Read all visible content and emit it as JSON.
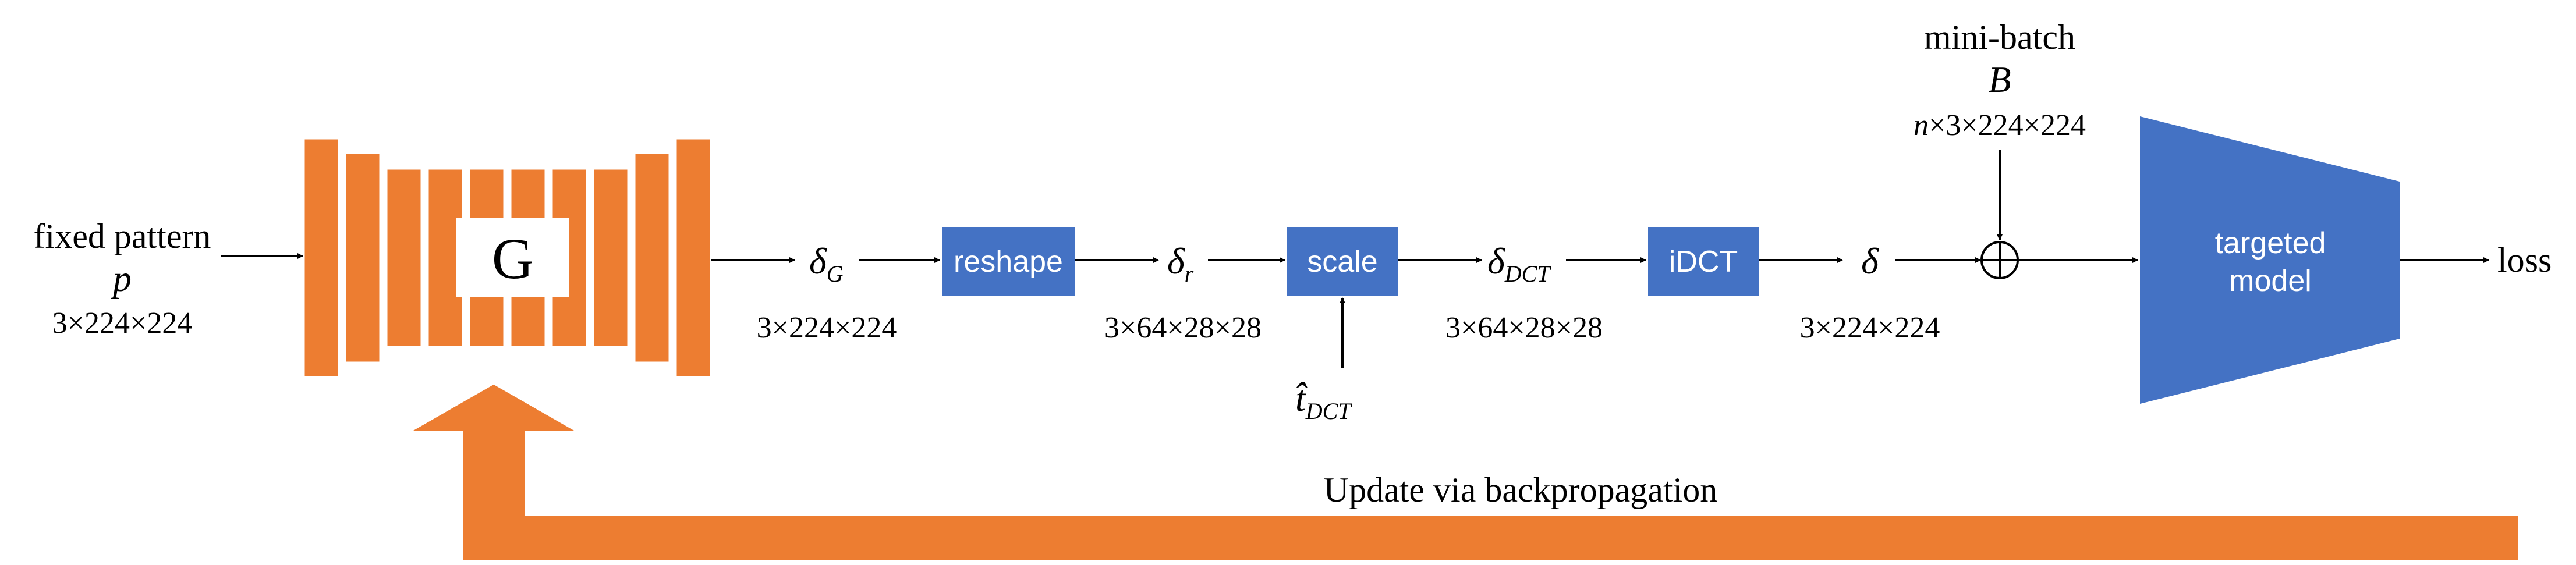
{
  "colors": {
    "generator": "#ED7D31",
    "blocks": "#4472C4",
    "feedback_arrow": "#ED7D31",
    "text": "#000000"
  },
  "input": {
    "label": "fixed pattern",
    "symbol": "p",
    "dims": "3×224×224"
  },
  "generator": {
    "label": "G"
  },
  "delta_g": {
    "symbol": "δ",
    "subscript": "G",
    "dims": "3×224×224"
  },
  "reshape": {
    "label": "reshape"
  },
  "delta_r": {
    "symbol": "δ",
    "subscript": "r",
    "dims": "3×64×28×28"
  },
  "scale": {
    "label": "scale",
    "input_symbol": "t̂",
    "input_subscript": "DCT"
  },
  "delta_dct": {
    "symbol": "δ",
    "subscript": "DCT",
    "dims": "3×64×28×28"
  },
  "idct": {
    "label": "iDCT"
  },
  "delta": {
    "symbol": "δ",
    "dims": "3×224×224"
  },
  "minibatch": {
    "label": "mini-batch",
    "symbol": "B",
    "dims_prefix": "n",
    "dims_rest": "×3×224×224"
  },
  "adder": {
    "glyph": "⊕"
  },
  "model": {
    "line1": "targeted",
    "line2": "model"
  },
  "output": {
    "label": "loss"
  },
  "feedback": {
    "label": "Update via backpropagation"
  }
}
